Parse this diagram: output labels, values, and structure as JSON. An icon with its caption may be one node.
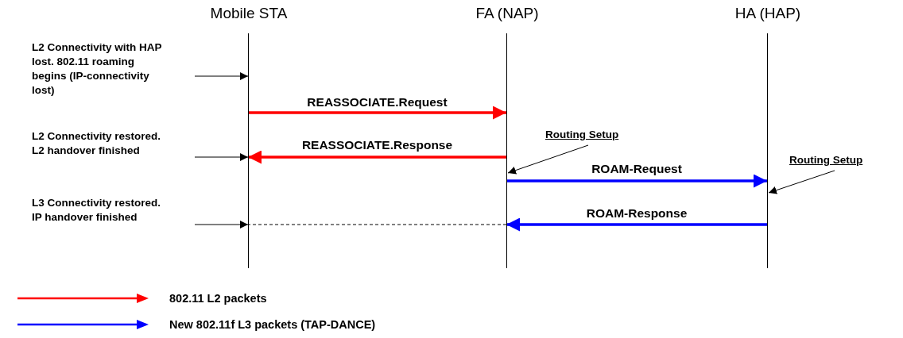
{
  "diagram": {
    "nodes": [
      {
        "text": [
          "Mobile STA"
        ]
      },
      {
        "text": [
          "FA (NAP)"
        ]
      },
      {
        "text": [
          "HA (HAP)"
        ]
      },
      {
        "text": [
          "L2 Connectivity with HAP lost. 802.11 roaming begins (IP-connectivity lost)"
        ]
      },
      {
        "text": [
          "L2 Connectivity restored. L2 handover finished"
        ]
      },
      {
        "text": [
          "L3 Connectivity restored. IP handover finished"
        ]
      },
      {
        "text": [
          "Routing Setup"
        ]
      },
      {
        "text": [
          "Routing Setup"
        ]
      }
    ],
    "edges": [
      {
        "from": 0,
        "to": 1,
        "arrow": "to",
        "label": "REASSOCIATE.Request",
        "style": "thick",
        "color": "#ff0000"
      },
      {
        "from": 1,
        "to": 0,
        "arrow": "to",
        "label": "REASSOCIATE.Response",
        "style": "thick",
        "color": "#ff0000"
      },
      {
        "from": 1,
        "to": 2,
        "arrow": "to",
        "label": "ROAM-Request",
        "style": "thick",
        "color": "#0000ff"
      },
      {
        "from": 2,
        "to": 1,
        "arrow": "to",
        "label": "ROAM-Response",
        "style": "thick",
        "color": "#0000ff"
      },
      {
        "from": 1,
        "to": 0,
        "arrow": "none",
        "style": "dashed"
      },
      {
        "from": 3,
        "to": 0,
        "arrow": "to"
      },
      {
        "from": 4,
        "to": 0,
        "arrow": "to"
      },
      {
        "from": 5,
        "to": 0,
        "arrow": "to"
      },
      {
        "from": 6,
        "to": 1,
        "arrow": "to"
      },
      {
        "from": 7,
        "to": 2,
        "arrow": "to"
      }
    ],
    "legend": [
      {
        "text": "802.11 L2 packets",
        "color": "#ff0000"
      },
      {
        "text": "New 802.11f L3 packets (TAP-DANCE)",
        "color": "#0000ff"
      }
    ]
  }
}
